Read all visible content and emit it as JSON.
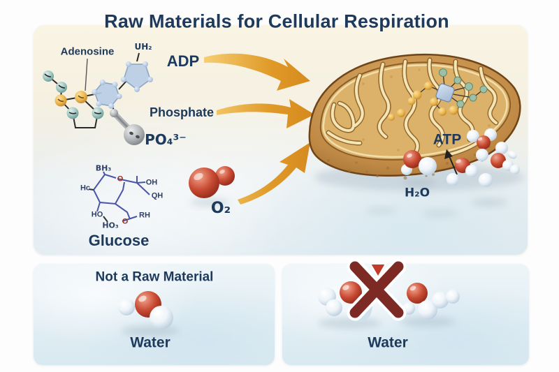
{
  "title": "Raw Materials for Cellular Respiration",
  "main": {
    "adenosine_label": "Adenosine",
    "amine_label": "UH₂",
    "adp_label": "ADP",
    "phosphate_label": "Phosphate",
    "phosphate_formula": "PO₄³⁻",
    "glucose_label": "Glucose",
    "oxygen_label": "O₂",
    "atp_label": "ATP",
    "water_formula": "H₂O",
    "glucose_atoms": {
      "a": "BH₃",
      "b": "O",
      "c": "Hc",
      "d": "OH",
      "e": "QH",
      "f": "HO",
      "g": "HO₃",
      "h": "O",
      "i": "RH"
    }
  },
  "bottom_left": {
    "heading": "Not a Raw Material",
    "label": "Water"
  },
  "bottom_right": {
    "label": "Water"
  },
  "colors": {
    "heading_text": "#1d3a5c",
    "arrow_gold": "#e09a28",
    "oxygen_red": "#c94b33",
    "mitochondrion_tan": "#c08a46",
    "cross_red": "#7c2a23"
  }
}
